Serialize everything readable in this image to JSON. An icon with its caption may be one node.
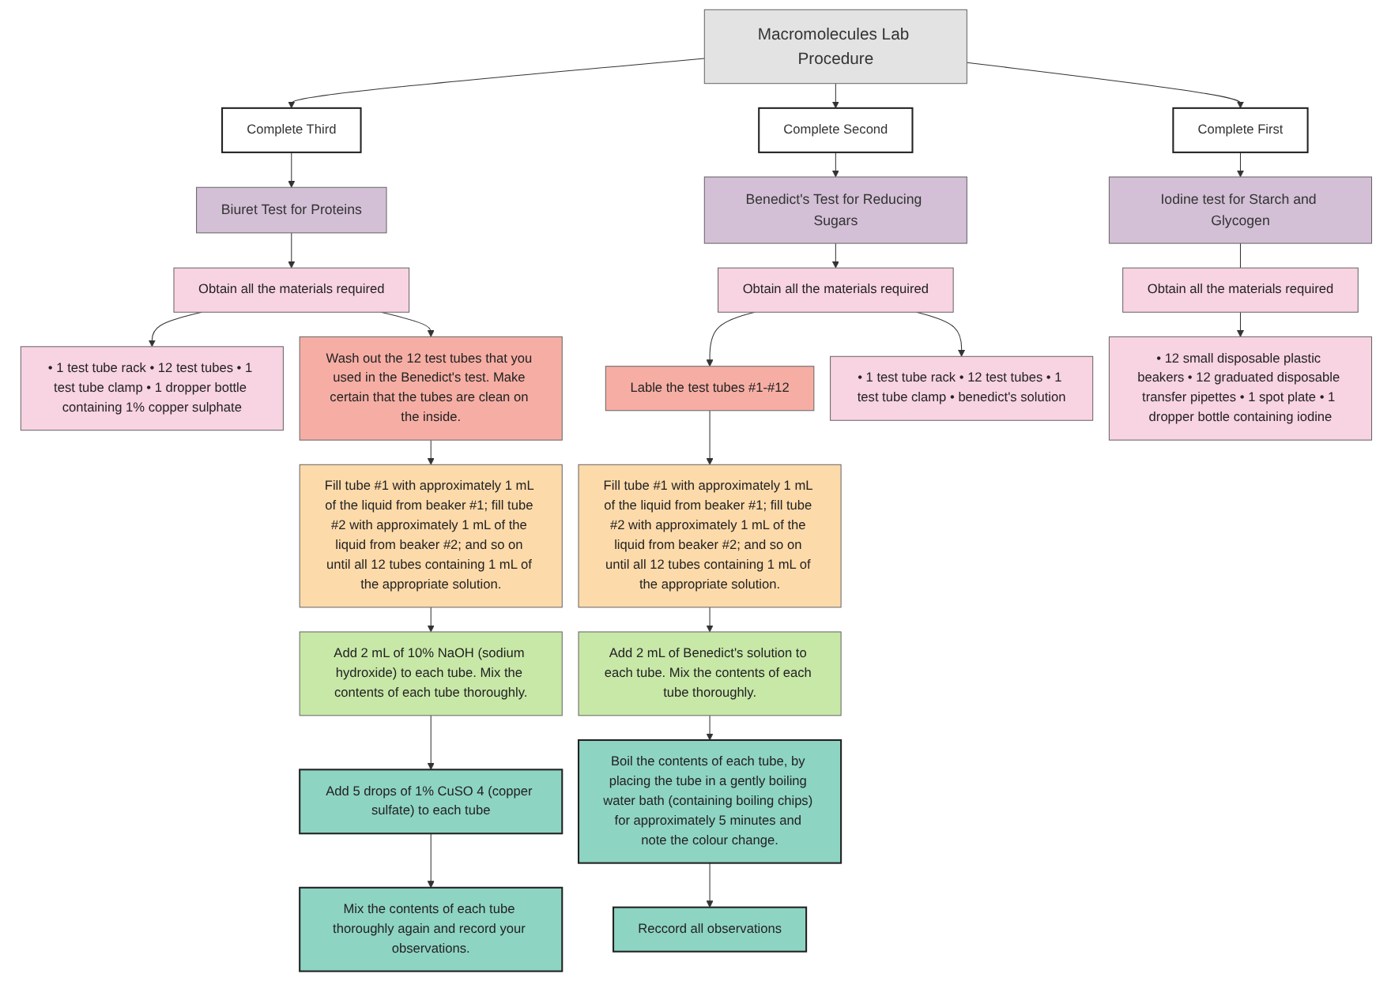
{
  "diagram": {
    "nodes": [
      {
        "text": [
          "Macromolecules Lab Procedure"
        ]
      },
      {
        "text": [
          "Complete Third"
        ]
      },
      {
        "text": [
          "Complete First"
        ]
      },
      {
        "text": [
          "Biuret Test for Proteins"
        ]
      },
      {
        "text": [
          "Complete Second"
        ]
      },
      {
        "text": [
          "Iodine test for Starch and Glycogen"
        ]
      },
      {
        "text": [
          "Benedict's Test for Reducing Sugars"
        ]
      },
      {
        "text": [
          "Obtain all the materials required"
        ]
      },
      {
        "text": [
          "• 1 test tube rack • 12 test tubes • 1 test tube clamp • 1 dropper bottle containing 1% copper sulphate"
        ]
      },
      {
        "text": [
          "Wash out the 12 test tubes that you used in the Benedict's test. Make certain that the tubes are clean on the inside."
        ]
      },
      {
        "text": [
          "Fill tube #1 with approximately 1 mL of the liquid from beaker #1; fill tube #2 with approximately 1 mL of the liquid from beaker #2; and so on until all 12 tubes containing 1 mL of the appropriate solution."
        ]
      },
      {
        "text": [
          "Obtain all the materials required"
        ]
      },
      {
        "text": [
          "Lable the test tubes #1-#12"
        ]
      },
      {
        "text": [
          "• 1 test tube rack • 12 test tubes • 1 test tube clamp • benedict's solution"
        ]
      },
      {
        "text": [
          "Obtain all the materials required"
        ]
      },
      {
        "text": [
          "• 12 small disposable plastic beakers • 12 graduated disposable transfer pipettes • 1 spot plate • 1 dropper bottle containing iodine"
        ]
      },
      {
        "text": [
          "Add 2 mL of 10% NaOH (sodium hydroxide) to each tube. Mix the contents of each tube thoroughly."
        ]
      },
      {
        "text": [
          "Add 5 drops of 1% CuSO 4 (copper sulfate) to each tube"
        ]
      },
      {
        "text": [
          "Fill tube #1 with approximately 1 mL of the liquid from beaker #1; fill tube #2 with approximately 1 mL of the liquid from beaker #2; and so on until all 12 tubes containing 1 mL of the appropriate solution."
        ]
      },
      {
        "text": [
          "Add 2 mL of Benedict's solution to each tube. Mix the contents of each tube thoroughly."
        ]
      },
      {
        "text": [
          "Mix the contents of each tube thoroughly again and record your observations."
        ]
      },
      {
        "text": [
          "Boil the contents of each tube, by placing the tube in a gently boiling water bath (containing boiling chips) for approximately 5 minutes and note the colour change."
        ]
      },
      {
        "text": [
          "Reccord all observations"
        ]
      }
    ],
    "edges": [
      {
        "from": 0,
        "to": 1,
        "arrow": "to"
      },
      {
        "from": 1,
        "to": 3,
        "arrow": "to"
      },
      {
        "from": 0,
        "to": 2,
        "arrow": "to"
      },
      {
        "from": 2,
        "to": 5,
        "arrow": "to"
      },
      {
        "from": 0,
        "to": 4,
        "arrow": "to"
      },
      {
        "from": 4,
        "to": 6,
        "arrow": "to"
      },
      {
        "from": 3,
        "to": 7,
        "arrow": "to"
      },
      {
        "from": 7,
        "to": 8,
        "arrow": "to"
      },
      {
        "from": 7,
        "to": 9,
        "arrow": "to"
      },
      {
        "from": 9,
        "to": 10,
        "arrow": "to"
      },
      {
        "from": 10,
        "to": 16,
        "arrow": "to"
      },
      {
        "from": 16,
        "to": 17,
        "arrow": "to"
      },
      {
        "from": 17,
        "to": 20,
        "arrow": "to"
      },
      {
        "from": 6,
        "to": 11,
        "arrow": "to"
      },
      {
        "from": 11,
        "to": 12,
        "arrow": "to"
      },
      {
        "from": 11,
        "to": 13,
        "arrow": "to"
      },
      {
        "from": 12,
        "to": 18,
        "arrow": "to"
      },
      {
        "from": 18,
        "to": 19,
        "arrow": "to"
      },
      {
        "from": 19,
        "to": 21,
        "arrow": "to"
      },
      {
        "from": 21,
        "to": 22,
        "arrow": "to"
      },
      {
        "from": 5,
        "to": 14,
        "arrow": "none"
      },
      {
        "from": 14,
        "to": 15,
        "arrow": "to"
      }
    ]
  }
}
